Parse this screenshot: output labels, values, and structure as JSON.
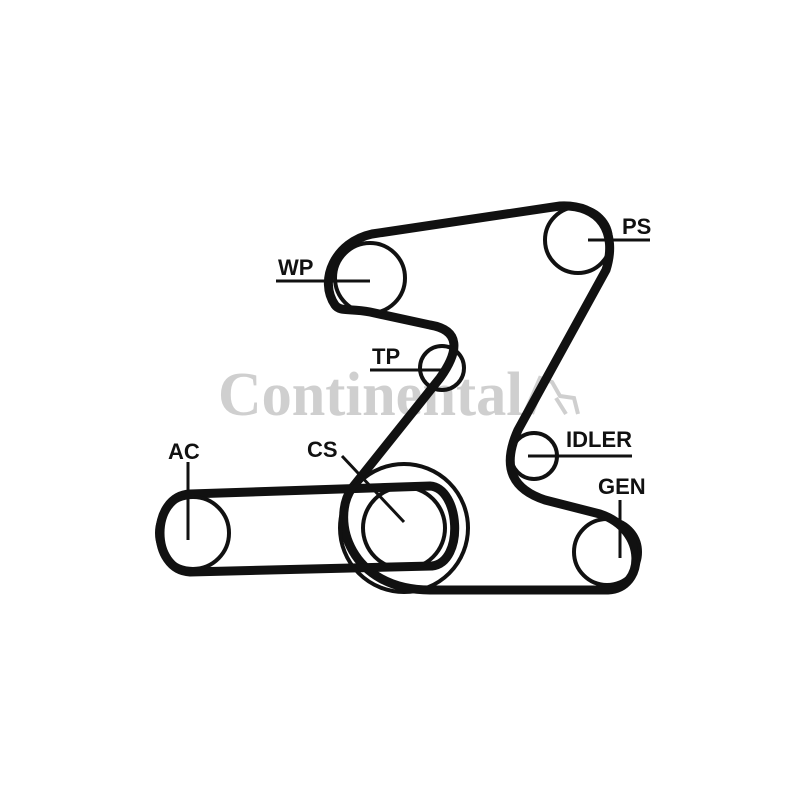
{
  "watermark": {
    "text": "Continental",
    "icon": "horse-icon"
  },
  "labels": {
    "ps": "PS",
    "wp": "WP",
    "tp": "TP",
    "idler": "IDLER",
    "ac": "AC",
    "cs": "CS",
    "gen": "GEN"
  },
  "colors": {
    "belt": "#111111",
    "watermark": "#cfcfcf"
  }
}
